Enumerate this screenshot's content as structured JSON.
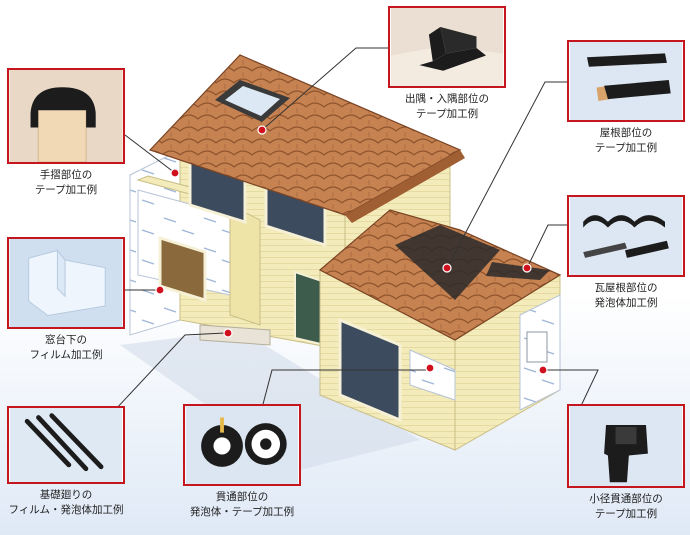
{
  "colors": {
    "frame": "#c4161c",
    "marker": "#d0101c",
    "roof": "#c07a4a",
    "wall": "#f4ecb8",
    "membrane": "#ffffff",
    "tape": "#222222",
    "background_top": "#ffffff",
    "background_bottom": "#dfe9f6"
  },
  "callouts": [
    {
      "id": "handrail",
      "lines": [
        "手摺部位の",
        "テープ加工例"
      ]
    },
    {
      "id": "sill",
      "lines": [
        "窓台下の",
        "フィルム加工例"
      ]
    },
    {
      "id": "foundation",
      "lines": [
        "基礎廻りの",
        "フィルム・発泡体加工例"
      ]
    },
    {
      "id": "penetration",
      "lines": [
        "貫通部位の",
        "発泡体・テープ加工例"
      ]
    },
    {
      "id": "corner",
      "lines": [
        "出隅・入隅部位の",
        "テープ加工例"
      ]
    },
    {
      "id": "roof",
      "lines": [
        "屋根部位の",
        "テープ加工例"
      ]
    },
    {
      "id": "tile-roof",
      "lines": [
        "瓦屋根部位の",
        "発泡体加工例"
      ]
    },
    {
      "id": "small-penetration",
      "lines": [
        "小径貫通部位の",
        "テープ加工例"
      ]
    }
  ]
}
